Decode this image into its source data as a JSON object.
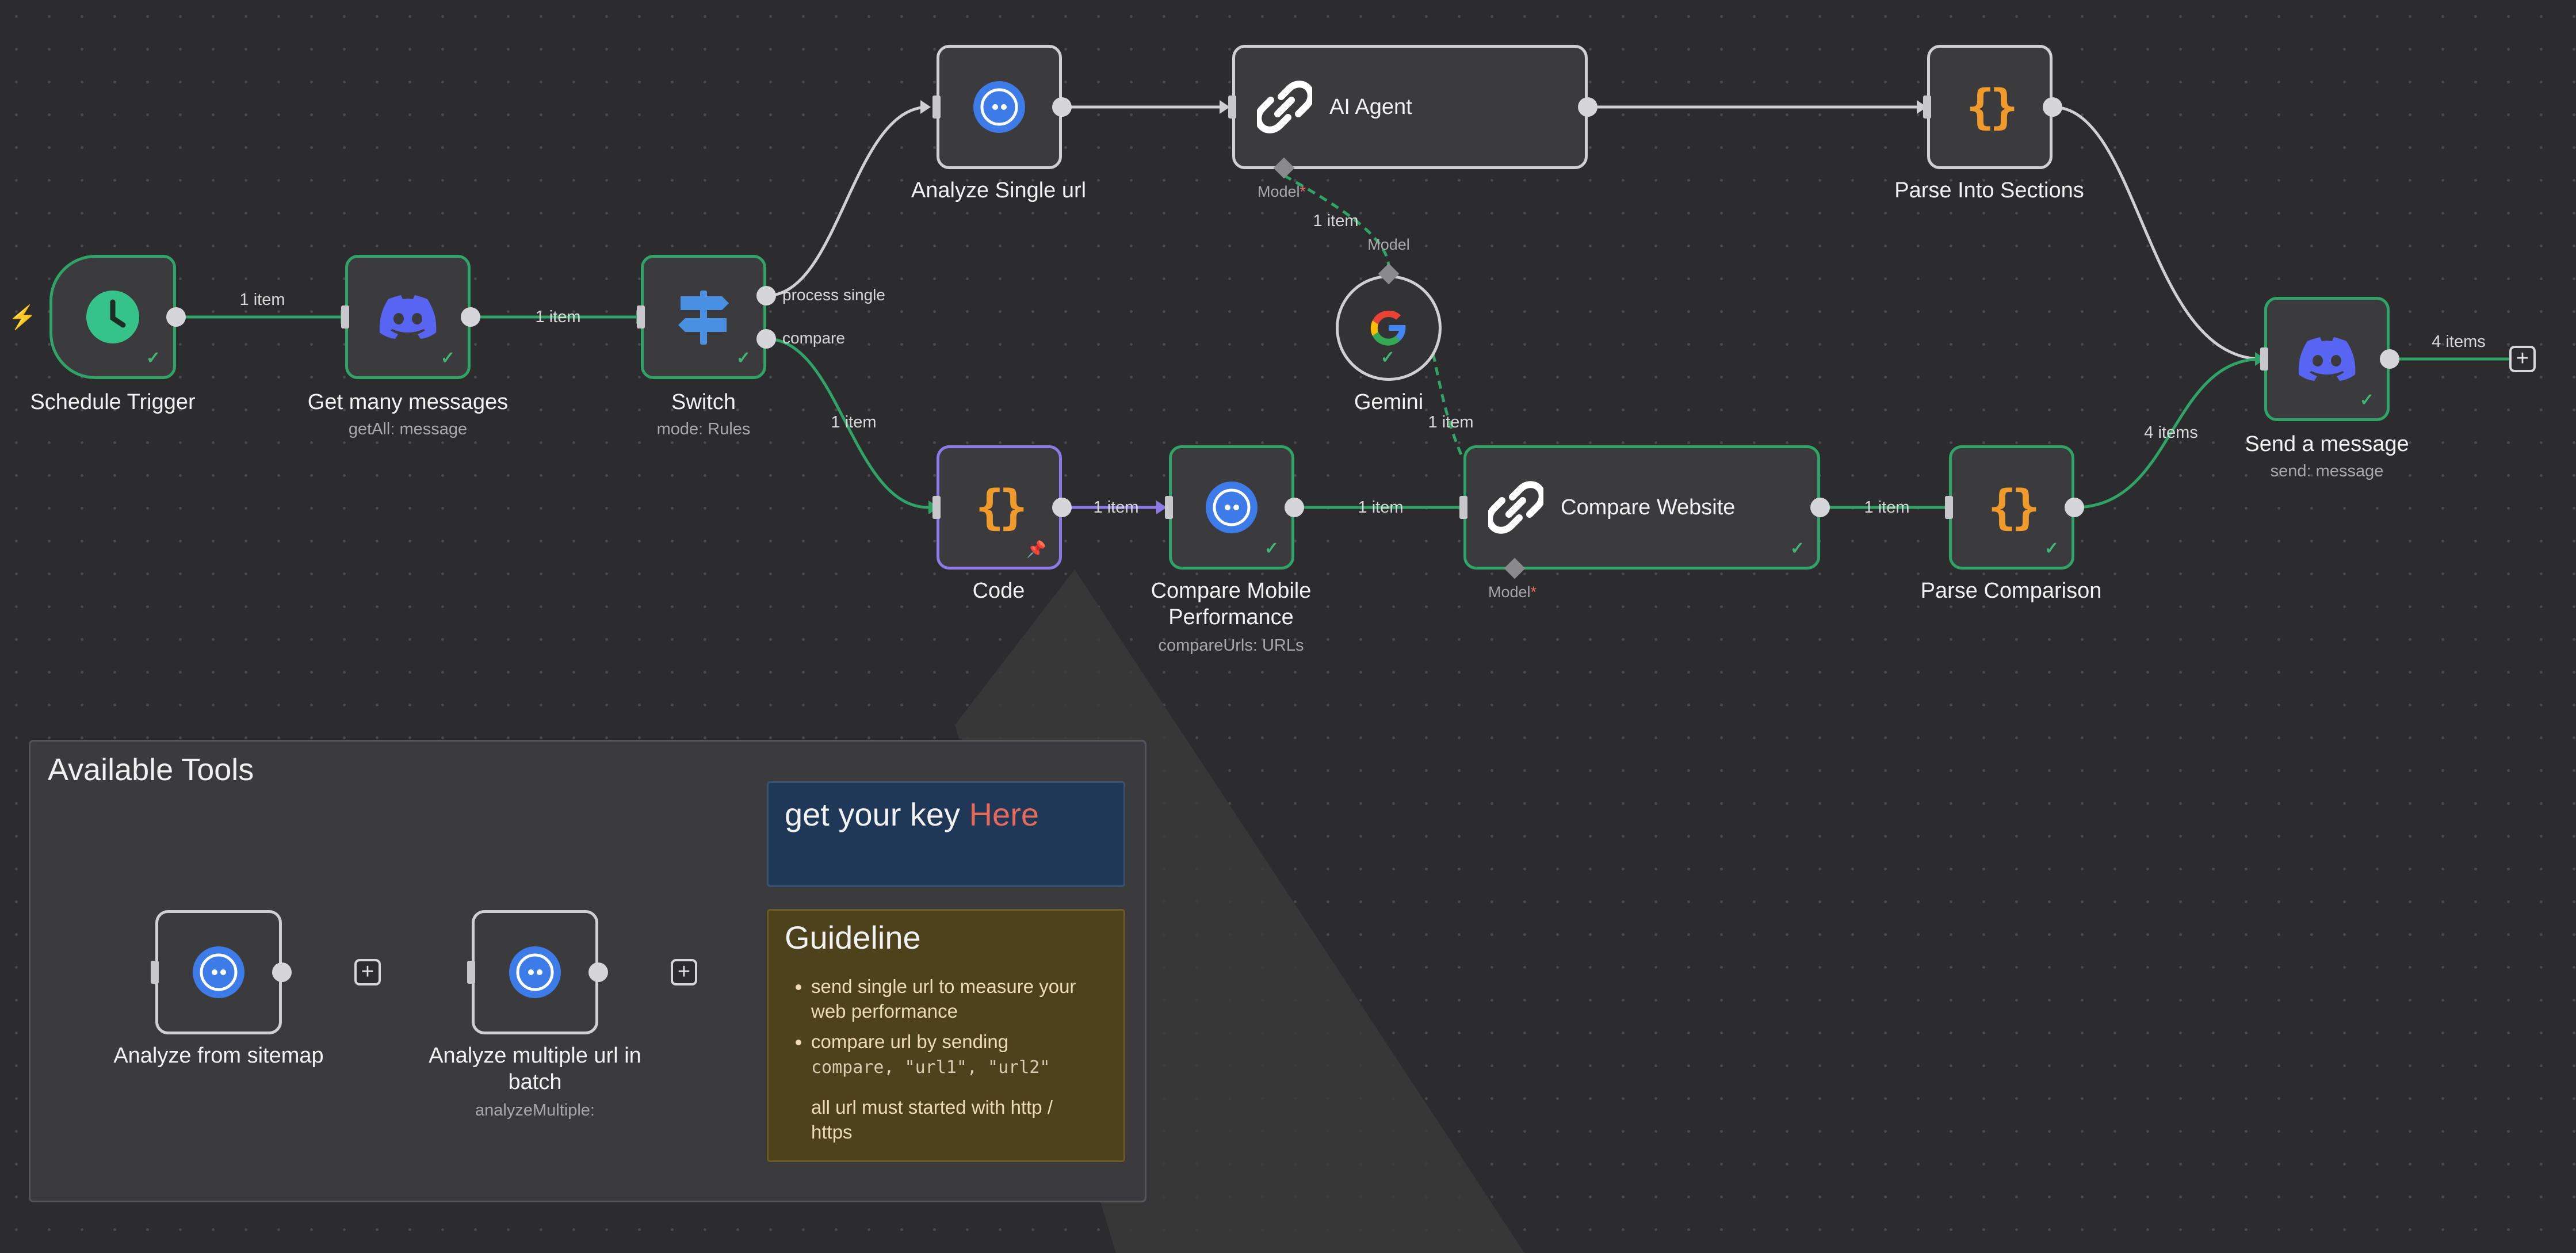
{
  "nodes": {
    "schedule_trigger": {
      "label": "Schedule Trigger"
    },
    "get_messages": {
      "label": "Get many messages",
      "sub": "getAll: message"
    },
    "switch": {
      "label": "Switch",
      "sub": "mode: Rules",
      "out1": "process single",
      "out2": "compare"
    },
    "analyze_single": {
      "label": "Analyze Single url"
    },
    "ai_agent": {
      "label": "AI Agent",
      "model": "Model"
    },
    "parse_sections": {
      "label": "Parse Into Sections"
    },
    "gemini": {
      "label": "Gemini",
      "model": "Model"
    },
    "code": {
      "label": "Code"
    },
    "compare_mobile": {
      "label": "Compare Mobile Performance",
      "sub": "compareUrls: URLs"
    },
    "compare_website": {
      "label": "Compare Website",
      "model": "Model"
    },
    "parse_comparison": {
      "label": "Parse Comparison"
    },
    "send_message": {
      "label": "Send a message",
      "sub": "send: message"
    },
    "analyze_sitemap": {
      "label": "Analyze from sitemap"
    },
    "analyze_multiple": {
      "label": "Analyze multiple url in batch",
      "sub": "analyzeMultiple:"
    }
  },
  "counts": {
    "trigger_to_get": "1 item",
    "get_to_switch": "1 item",
    "agent_model": "1 item",
    "switch_to_code": "1 item",
    "code_to_mobile": "1 item",
    "mobile_to_compare": "1 item",
    "gemini_to_compare": "1 item",
    "compare_to_parse": "1 item",
    "parse_to_send": "4 items",
    "send_out": "4 items"
  },
  "sticky_tools": {
    "title": "Available Tools"
  },
  "sticky_key": {
    "text": "get your key ",
    "link": "Here"
  },
  "sticky_guide": {
    "title": "Guideline",
    "item1": "send single url to measure your web performance",
    "item2_text": "compare url by sending",
    "item2_code": "compare, \"url1\", \"url2\"",
    "note": "all url must started with http / https"
  },
  "icons": {
    "trigger": "clock-icon",
    "discord": "discord-icon",
    "switch": "signpost-icon",
    "http": "pagespeed-icon",
    "agent": "chain-link-icon",
    "code": "braces-icon",
    "gemini": "google-icon",
    "plus": "plus-icon",
    "bolt": "lightning-icon"
  },
  "colors": {
    "success": "#2fa368",
    "pinned": "#8d7ae6",
    "link": "#e86a5a",
    "key_bg": "#1f3858",
    "guide_bg": "#4e421c"
  }
}
